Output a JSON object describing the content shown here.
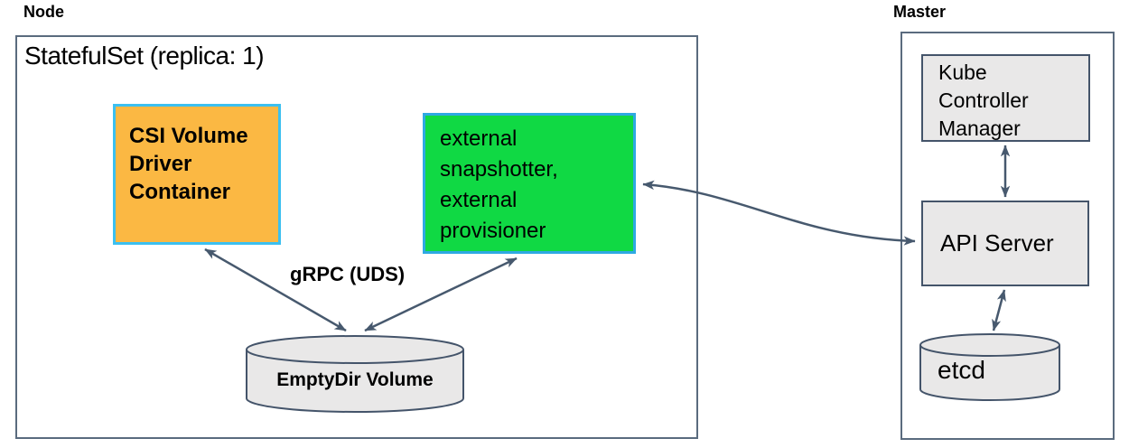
{
  "node": {
    "label": "Node",
    "statefulset_label": "StatefulSet (replica: 1)",
    "csi_driver_box": {
      "lines": [
        "CSI Volume",
        "Driver",
        "Container"
      ]
    },
    "sidecar_box": {
      "lines": [
        "external",
        "snapshotter,",
        "external",
        "provisioner"
      ]
    },
    "grpc_label": "gRPC (UDS)",
    "emptydir_label": "EmptyDir Volume"
  },
  "master": {
    "label": "Master",
    "kube_controller_manager": {
      "lines": [
        "Kube",
        "Controller",
        "Manager"
      ]
    },
    "api_server_label": "API Server",
    "etcd_label": "etcd"
  },
  "colors": {
    "background": "#FFFFFF",
    "text": "#000000",
    "container_border": "#5A6B7E",
    "csi_box_fill": "#FBB843",
    "csi_box_border": "#3CC0F0",
    "sidecar_box_fill": "#10D944",
    "sidecar_box_border": "#2EA9E2",
    "component_fill": "#E9E8E8",
    "component_border": "#44546A",
    "arrow": "#47596E"
  }
}
